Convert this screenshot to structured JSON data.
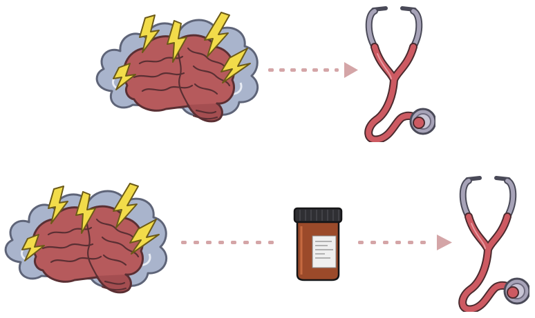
{
  "diagram": {
    "rows": [
      {
        "id": "row-top",
        "nodes": [
          "storm-brain-icon",
          "arrow-right",
          "stethoscope-icon"
        ]
      },
      {
        "id": "row-bottom",
        "nodes": [
          "storm-brain-icon",
          "arrow-right",
          "pill-bottle-icon",
          "arrow-right",
          "stethoscope-icon"
        ]
      }
    ],
    "label_lines": [
      "",
      "",
      "",
      ""
    ]
  },
  "colors": {
    "brain_fill": "#b65a5c",
    "brain_outline": "#5a2f33",
    "cloud_fill": "#a9b4cc",
    "cloud_outline": "#5e6478",
    "lightning_fill": "#f2dc4a",
    "lightning_outline": "#6b5a18",
    "arrow": "#d4a5a7",
    "tube": "#cd5a62",
    "tube_outline": "#4a2a2e",
    "metal": "#a7a3b8",
    "bottle_amber": "#9b4a2a",
    "bottle_cap": "#2f2f33",
    "label_paper": "#efefef"
  }
}
